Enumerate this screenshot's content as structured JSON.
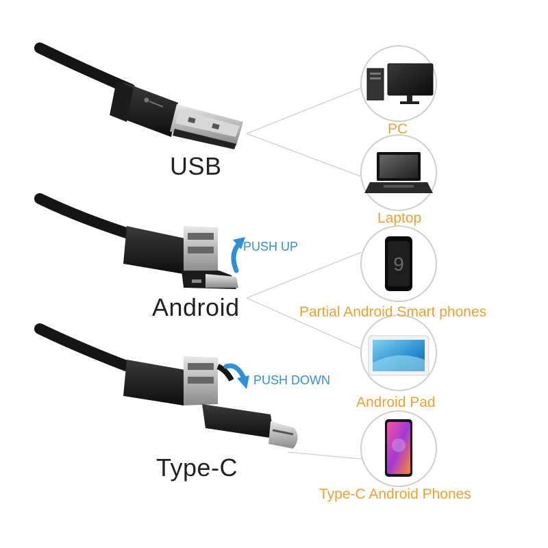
{
  "connectors": {
    "usb": "USB",
    "android": "Android",
    "typec": "Type-C"
  },
  "push": {
    "up": "PUSH UP",
    "down": "PUSH DOWN"
  },
  "devices": {
    "pc": "PC",
    "laptop": "Laptop",
    "android_phone": "Partial Android Smart phones",
    "android_pad": "Android Pad",
    "typec_phone": "Type-C Android Phones"
  },
  "colors": {
    "device_label": "#f0a030",
    "push_label": "#2f8fd8",
    "connector_label": "#222222",
    "cable": "#151515",
    "circle_border": "#cccccc",
    "line": "#cccccc"
  },
  "icons": {
    "pc": "desktop-computer-icon",
    "laptop": "laptop-icon",
    "android_phone": "smartphone-icon",
    "android_pad": "tablet-icon",
    "typec_phone": "smartphone-icon"
  }
}
